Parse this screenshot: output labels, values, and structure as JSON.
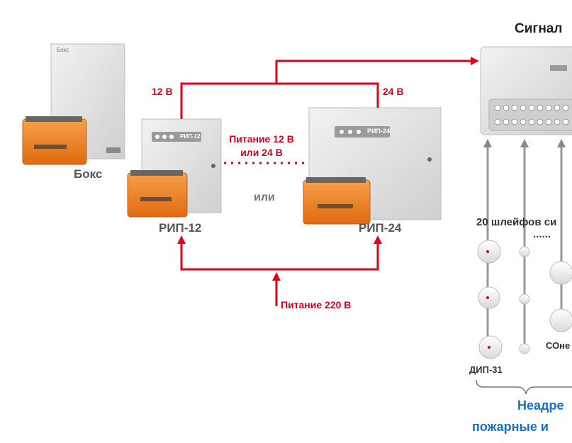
{
  "labels": {
    "box_caption": "Бокс",
    "box_plate": "Бокс",
    "rip12_caption": "РИП-12",
    "rip24_caption": "РИП-24",
    "rip12_plate": "РИП-12",
    "rip24_plate": "РИП-24",
    "v12": "12 В",
    "v24": "24 В",
    "power_line1": "Питание 12 В",
    "power_line2": "или 24 В",
    "or": "или",
    "power220": "Питание 220 В",
    "signal_title": "Сигнал",
    "loops": "20 шлейфов си",
    "dots": "......",
    "dip31": "ДИП-31",
    "sone": "СОне",
    "nonaddr": "Неадре",
    "fire": "пожарные и"
  },
  "colors": {
    "wire_red": "#e0001b",
    "battery_orange": "#f0821e",
    "cabinet_grey": "#dcdcdc",
    "label_blue": "#1a6fc4"
  }
}
